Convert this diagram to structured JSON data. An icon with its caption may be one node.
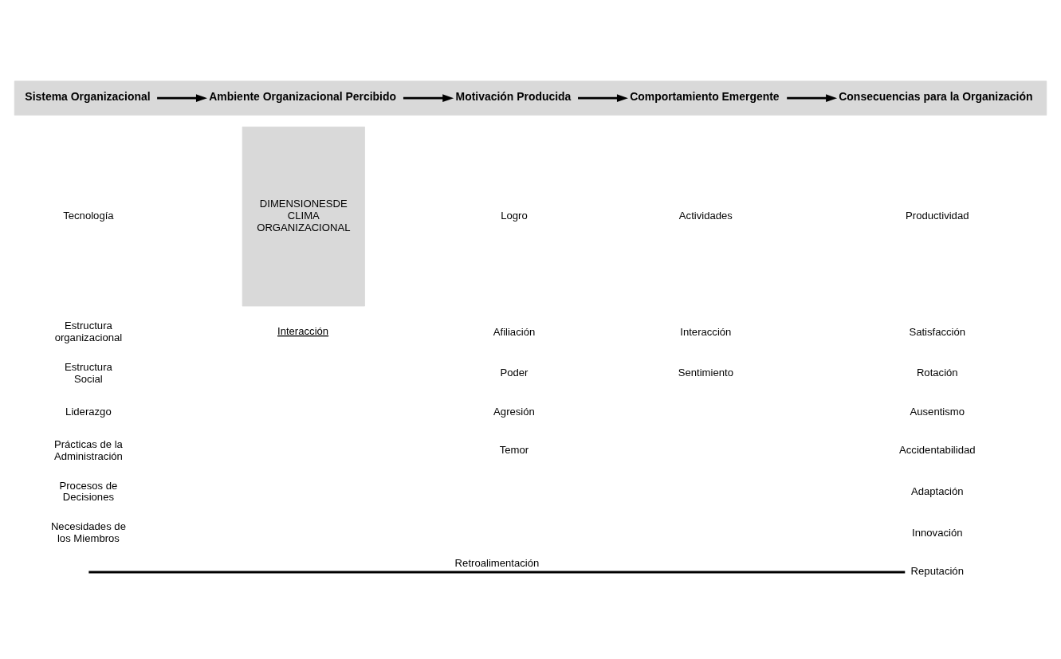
{
  "diagram": {
    "nodes": [
      {
        "text": [],
        "shape": "bar"
      },
      {
        "text": [
          "Sistema Organizacional"
        ],
        "in": 0
      },
      {
        "text": [
          "Ambiente Organizacional Percibido"
        ],
        "in": 0
      },
      {
        "text": [
          "Motivación Producida"
        ],
        "in": 0
      },
      {
        "text": [
          "Comportamiento Emergente"
        ],
        "in": 0
      },
      {
        "text": [
          "Consecuencias para la Organización"
        ],
        "in": 0
      },
      {
        "text": [
          "DIMENSIONESDE CLIMA ORGANIZACIONAL"
        ]
      },
      {
        "text": [
          "Reputación"
        ]
      }
    ],
    "edges": [
      {
        "from": 1,
        "to": 2,
        "arrow": "to"
      },
      {
        "from": 2,
        "to": 3,
        "arrow": "to"
      },
      {
        "from": 3,
        "to": 4,
        "arrow": "to"
      },
      {
        "from": 4,
        "to": 5,
        "arrow": "to"
      },
      {
        "from": 7,
        "to": null,
        "arrow": "none",
        "label": "Retroalimentación"
      }
    ],
    "labels": [
      "Tecnología",
      "Estructura organizacional",
      "Estructura Social",
      "Liderazgo",
      "Prácticas de la Administración",
      "Procesos de Decisiones",
      "Necesidades de los Miembros",
      "Logro",
      "Afiliación",
      "Poder",
      "Agresión",
      "Temor",
      "Actividades",
      "Interacción",
      "Sentimiento",
      "Productividad",
      "Satisfacción",
      "Rotación",
      "Ausentismo",
      "Accidentabilidad",
      "Adaptación",
      "Innovación",
      "Interacción"
    ]
  }
}
